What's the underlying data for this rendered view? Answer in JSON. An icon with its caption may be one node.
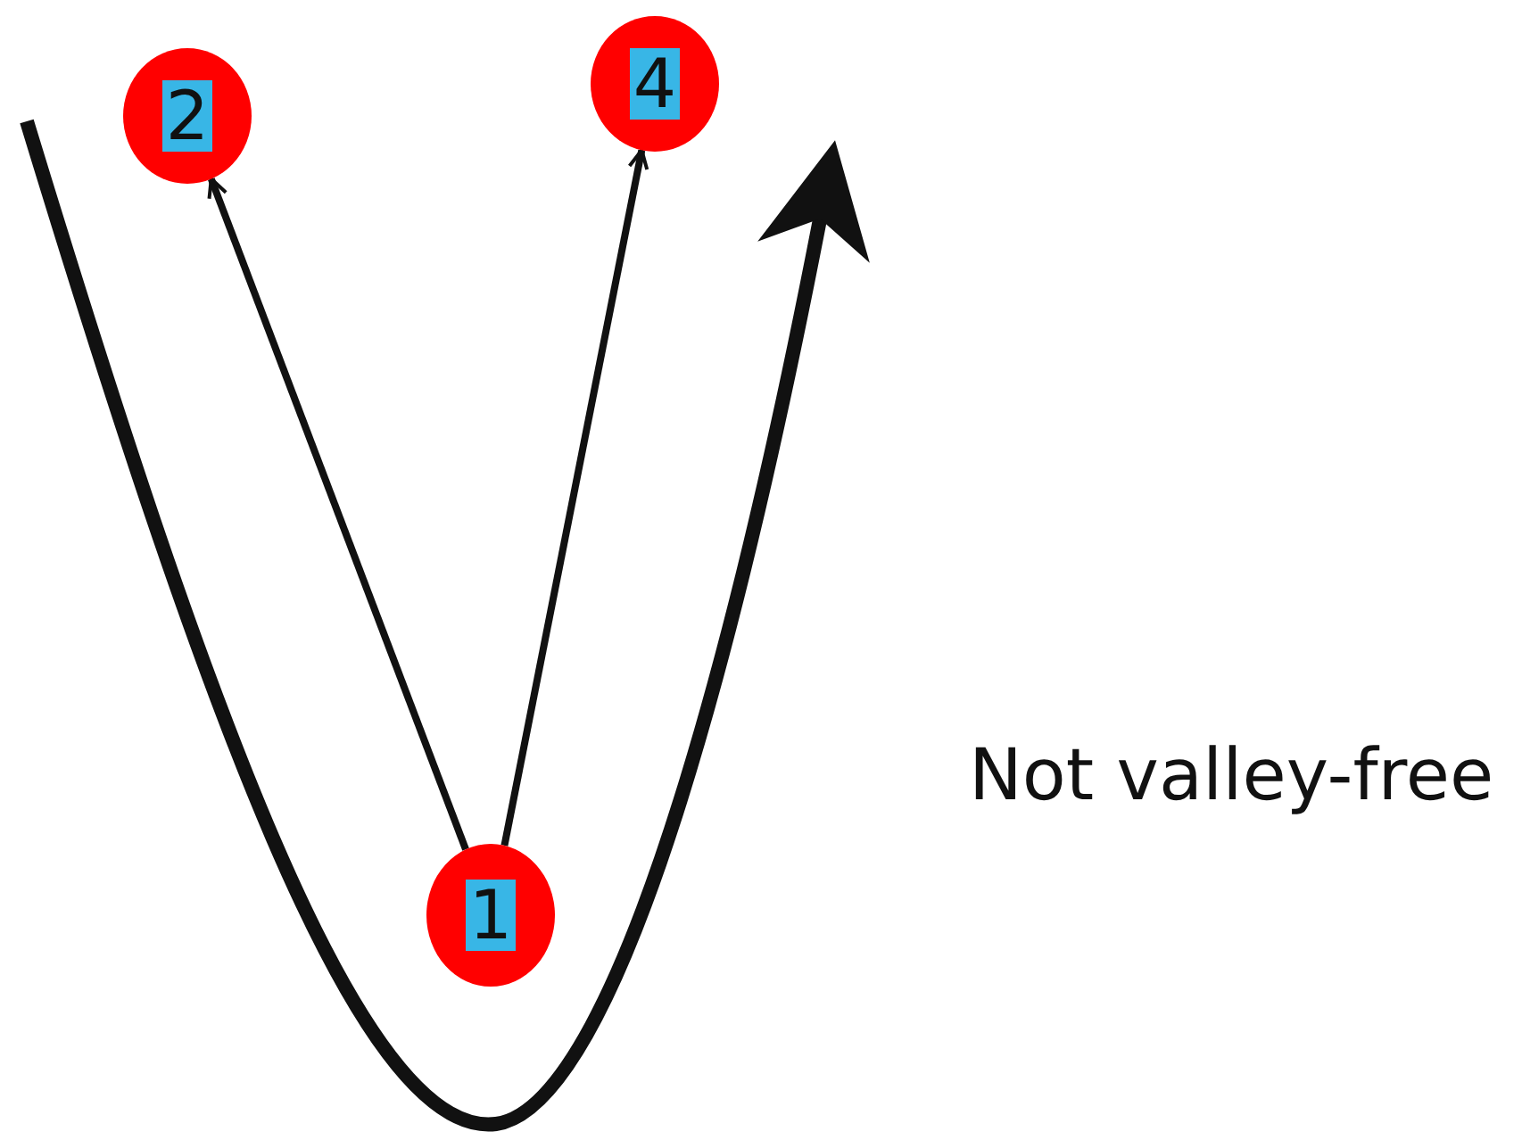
{
  "diagram": {
    "nodes": [
      {
        "text": [
          "2"
        ]
      },
      {
        "text": [
          "4"
        ]
      },
      {
        "text": [
          "1"
        ]
      }
    ],
    "edges": [
      {
        "from": 2,
        "to": 0,
        "arrow": "to"
      },
      {
        "from": 2,
        "to": 1,
        "arrow": "to"
      }
    ],
    "labels": [
      "Not valley-free"
    ]
  }
}
